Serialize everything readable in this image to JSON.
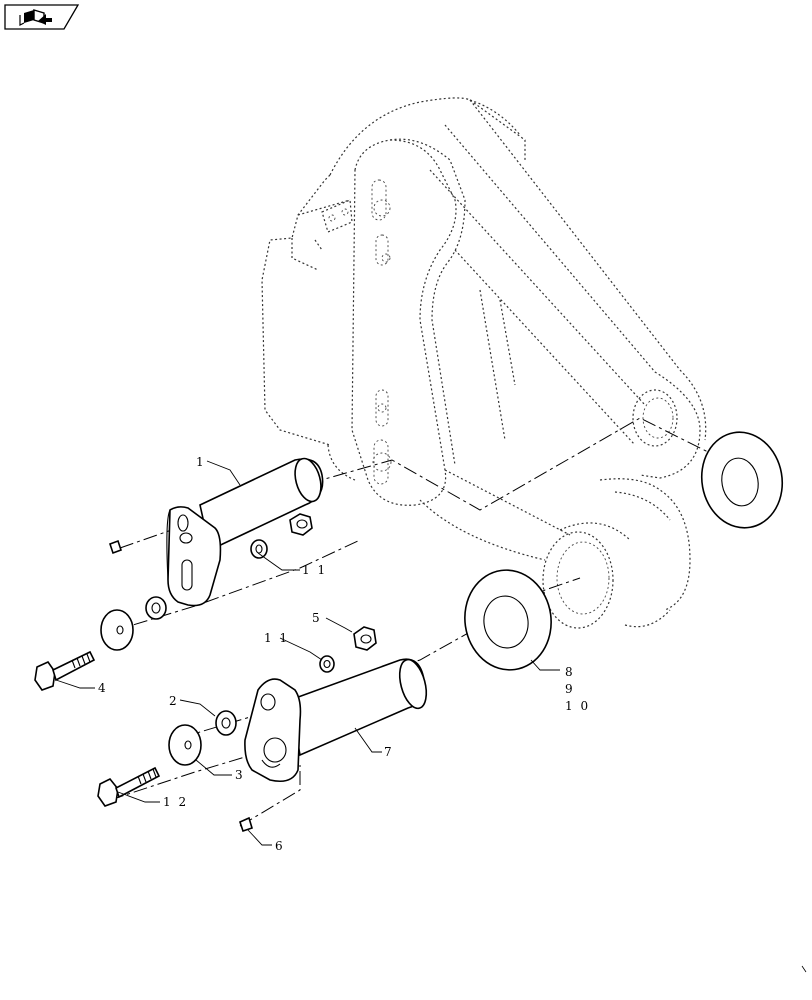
{
  "nav": {
    "icon": "book-arrow-icon"
  },
  "callouts": [
    {
      "id": "c1",
      "label": "1"
    },
    {
      "id": "c11a",
      "label": "1 1"
    },
    {
      "id": "c4",
      "label": "4"
    },
    {
      "id": "c5",
      "label": "5"
    },
    {
      "id": "c11b",
      "label": "1 1"
    },
    {
      "id": "c8",
      "label": "8"
    },
    {
      "id": "c9",
      "label": "9"
    },
    {
      "id": "c10",
      "label": "1 0"
    },
    {
      "id": "c2",
      "label": "2"
    },
    {
      "id": "c7",
      "label": "7"
    },
    {
      "id": "c3",
      "label": "3"
    },
    {
      "id": "c12",
      "label": "1 2"
    },
    {
      "id": "c6",
      "label": "6"
    }
  ]
}
